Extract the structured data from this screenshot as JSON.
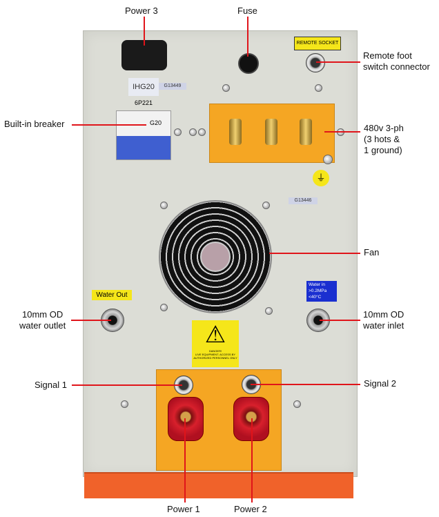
{
  "labels": {
    "power3": "Power 3",
    "fuse": "Fuse",
    "remote": [
      "Remote foot",
      "switch connector"
    ],
    "breaker": "Built-in breaker",
    "power_480": [
      "480v 3-ph",
      "(3 hots &",
      "1 ground)"
    ],
    "fan": "Fan",
    "water_outlet": [
      "10mm OD",
      "water outlet"
    ],
    "water_inlet": [
      "10mm OD",
      "water inlet"
    ],
    "signal1": "Signal 1",
    "signal2": "Signal 2",
    "power1": "Power 1",
    "power2": "Power 2"
  },
  "device_text": {
    "remote_socket": "REMOTE SOCKET",
    "model": "IHG20",
    "serial_top": "G13449",
    "part": "6P221",
    "breaker_rating": "G20",
    "serial_mid": "G13446",
    "water_out": "Water Out",
    "water_in": [
      "Water in",
      ">0.2MPa",
      "<40°C"
    ],
    "danger": [
      "DANGER!",
      "LIVE EQUIPMENT. ACCESS BY",
      "AUTHORIZED PERSONNEL ONLY"
    ]
  },
  "colors": {
    "callout": "#e0141a",
    "plate": "#f5a623",
    "base": "#f0622a"
  }
}
